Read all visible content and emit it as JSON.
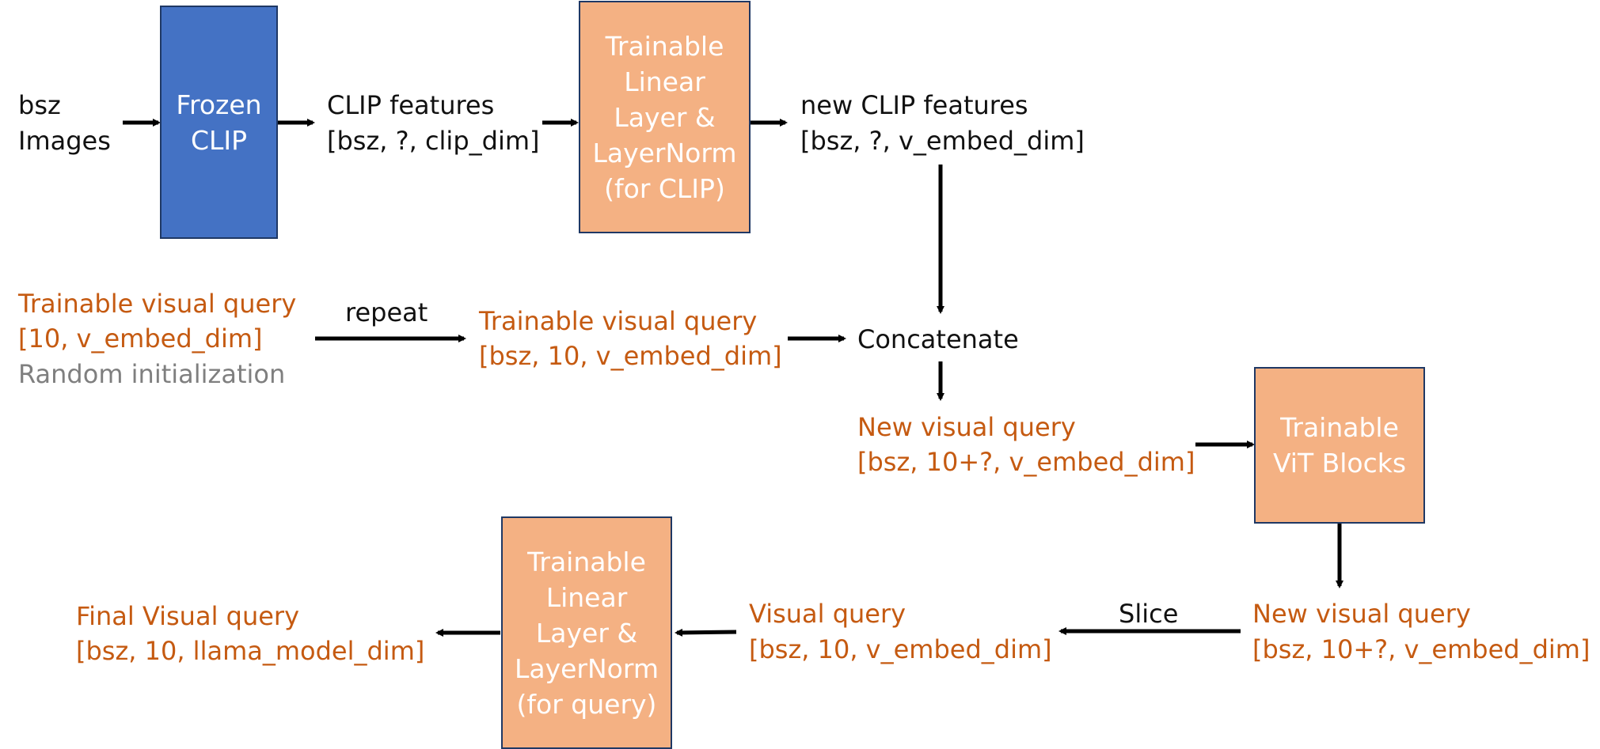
{
  "input": {
    "line1": "bsz",
    "line2": "Images"
  },
  "frozen_clip": {
    "label": "Frozen\nCLIP",
    "color": "#4472C4"
  },
  "clip_features": {
    "line1": "CLIP features",
    "line2": "[bsz, ?, clip_dim]"
  },
  "linear_clip": {
    "label": "Trainable\nLinear\nLayer &\nLayerNorm\n(for CLIP)",
    "color": "#F4B183"
  },
  "new_clip_features": {
    "line1": "new CLIP features",
    "line2": "[bsz, ?, v_embed_dim]"
  },
  "visual_query_init": {
    "line1": "Trainable visual query",
    "line2": "[10, v_embed_dim]",
    "line3": "Random initialization"
  },
  "repeat_label": "repeat",
  "visual_query_repeated": {
    "line1": "Trainable visual query",
    "line2": "[bsz, 10, v_embed_dim]"
  },
  "concatenate_label": "Concatenate",
  "new_visual_query": {
    "line1": "New visual query",
    "line2": "[bsz, 10+?, v_embed_dim]"
  },
  "vit_blocks": {
    "label": "Trainable\nViT Blocks",
    "color": "#F4B183"
  },
  "new_visual_query_out": {
    "line1": "New visual query",
    "line2": "[bsz, 10+?, v_embed_dim]"
  },
  "slice_label": "Slice",
  "visual_query_sliced": {
    "line1": "Visual query",
    "line2": "[bsz, 10, v_embed_dim]"
  },
  "linear_query": {
    "label": "Trainable\nLinear\nLayer &\nLayerNorm\n(for query)",
    "color": "#F4B183"
  },
  "final_visual_query": {
    "line1": "Final Visual query",
    "line2": "[bsz, 10, llama_model_dim]"
  },
  "colors": {
    "orange_text": "#C55A11",
    "gray_text": "#7f7f7f",
    "box_border": "#1f3864"
  }
}
